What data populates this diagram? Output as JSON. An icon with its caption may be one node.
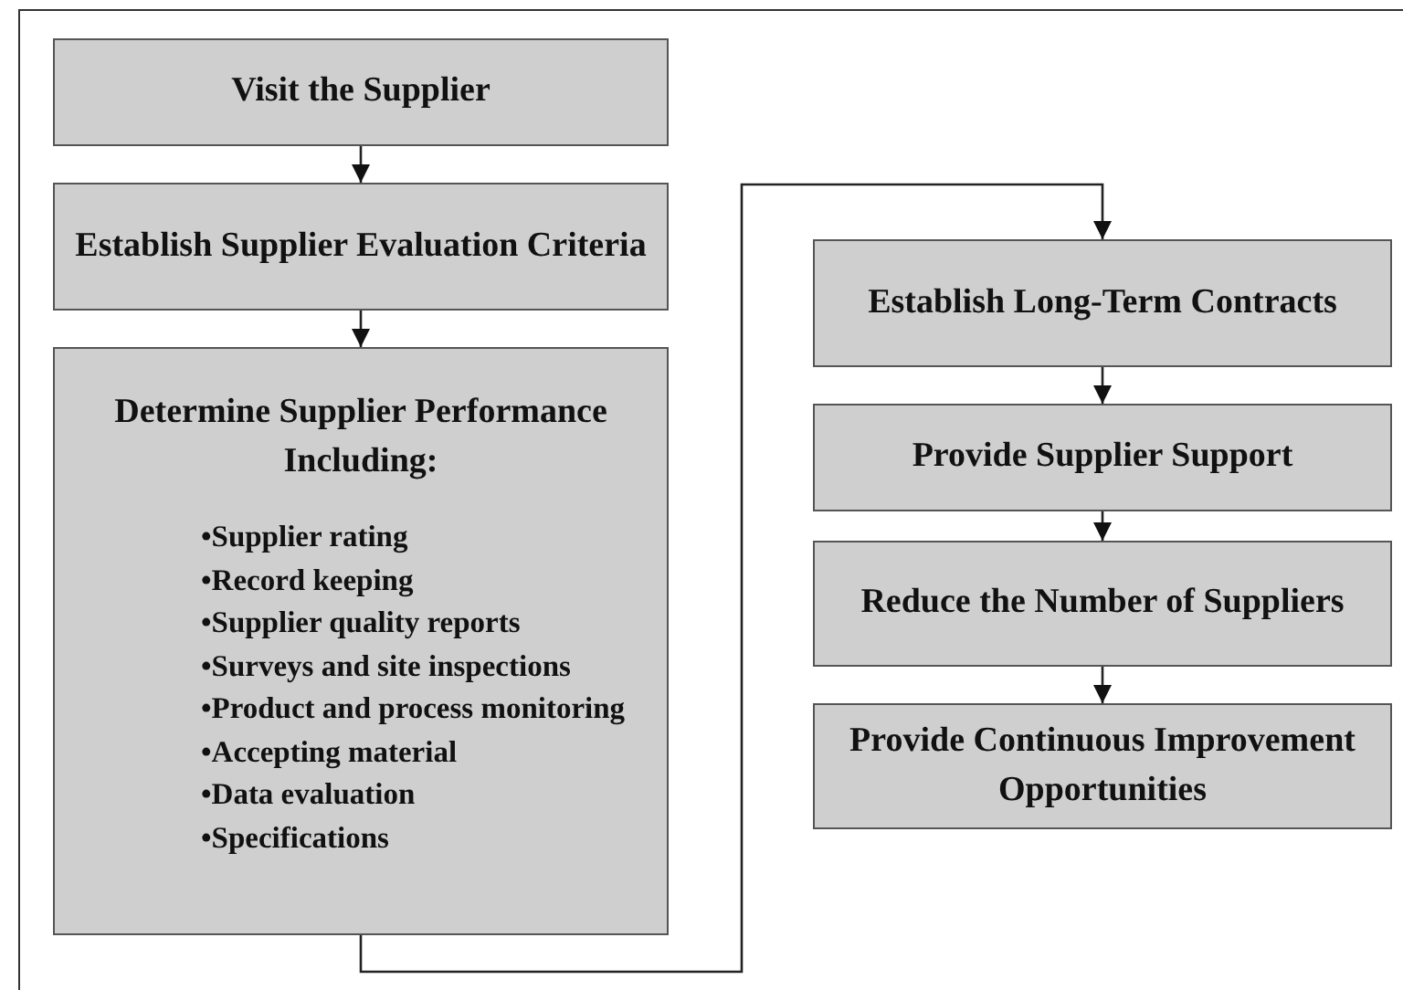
{
  "diagram": {
    "nodes": [
      {
        "text": [
          "Visit the Supplier"
        ]
      },
      {
        "text": [
          "Establish Supplier Evaluation Criteria"
        ]
      },
      {
        "text": [
          "Determine Supplier Performance Including:",
          "•Supplier rating",
          "•Record keeping",
          "•Supplier quality reports",
          "•Surveys and site inspections",
          "•Product and process monitoring",
          "•Accepting material",
          "•Data evaluation",
          "•Specifications"
        ]
      },
      {
        "text": [
          "Establish Long-Term Contracts"
        ]
      },
      {
        "text": [
          "Provide Supplier Support"
        ]
      },
      {
        "text": [
          "Reduce the Number of Suppliers"
        ]
      },
      {
        "text": [
          "Provide Continuous Improvement Opportunities"
        ]
      }
    ],
    "edges": [
      {
        "from": 0,
        "to": 1,
        "arrow": "to"
      },
      {
        "from": 1,
        "to": 2,
        "arrow": "to"
      },
      {
        "from": 2,
        "to": 3,
        "arrow": "to"
      },
      {
        "from": 3,
        "to": 4,
        "arrow": "to"
      },
      {
        "from": 4,
        "to": 5,
        "arrow": "to"
      },
      {
        "from": 5,
        "to": 6,
        "arrow": "to"
      }
    ]
  }
}
